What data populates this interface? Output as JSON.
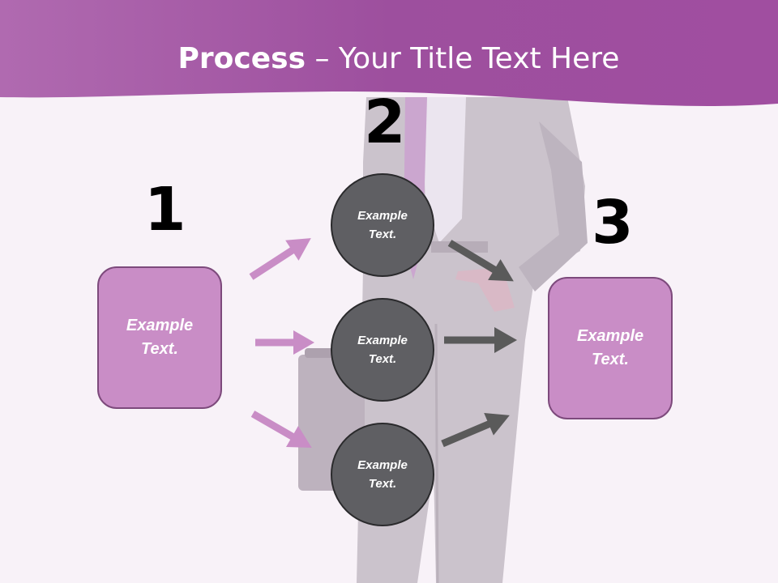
{
  "title": {
    "bold": "Process",
    "rest": " – Your Title Text Here"
  },
  "steps": {
    "one": "1",
    "two": "2",
    "three": "3"
  },
  "boxes": {
    "left": "Example\nText.",
    "right": "Example\nText."
  },
  "circles": {
    "top": "Example\nText.",
    "middle": "Example\nText.",
    "bottom": "Example\nText."
  },
  "colors": {
    "header": "#a35aa3",
    "box_fill": "#c98dc6",
    "circle_fill": "#5f5f63",
    "arrow_pink": "#c98dc6",
    "arrow_gray": "#5a5a5a"
  }
}
